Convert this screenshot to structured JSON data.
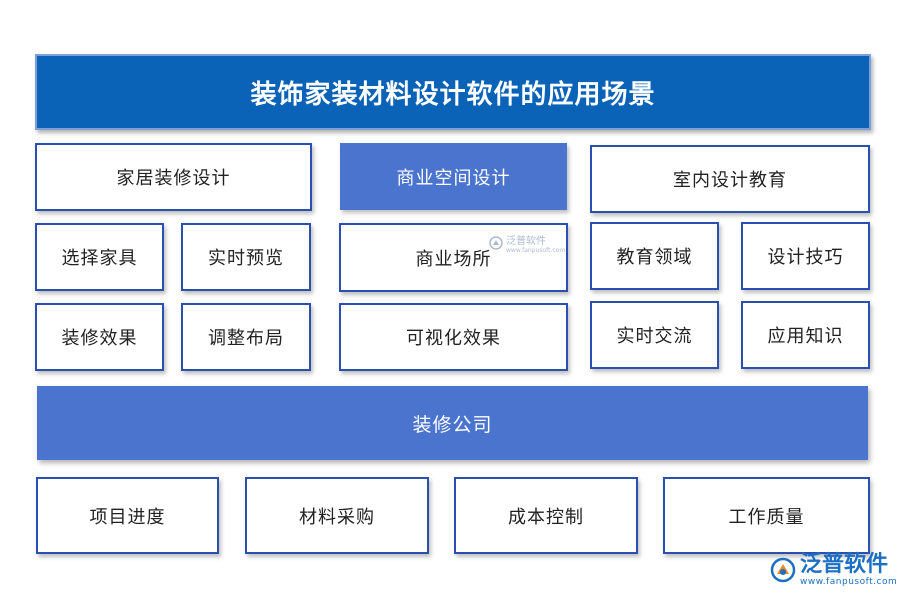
{
  "title": "装饰家装材料设计软件的应用场景",
  "categories": {
    "home": "家居装修设计",
    "commercial": "商业空间设计",
    "education": "室内设计教育"
  },
  "home_items": [
    "选择家具",
    "实时预览",
    "装修效果",
    "调整布局"
  ],
  "commercial_items": [
    "商业场所",
    "可视化效果"
  ],
  "education_items": [
    "教育领域",
    "设计技巧",
    "实时交流",
    "应用知识"
  ],
  "company": "装修公司",
  "company_items": [
    "项目进度",
    "材料采购",
    "成本控制",
    "工作质量"
  ],
  "watermark": {
    "text": "泛普软件",
    "url": "www.fanpusoft.com"
  },
  "logo": {
    "text": "泛普软件",
    "url": "www.fanpusoft.com"
  },
  "colors": {
    "title_bg": "#0b63b8",
    "accent_fill": "#4a74cd",
    "border": "#2a4fb0"
  }
}
